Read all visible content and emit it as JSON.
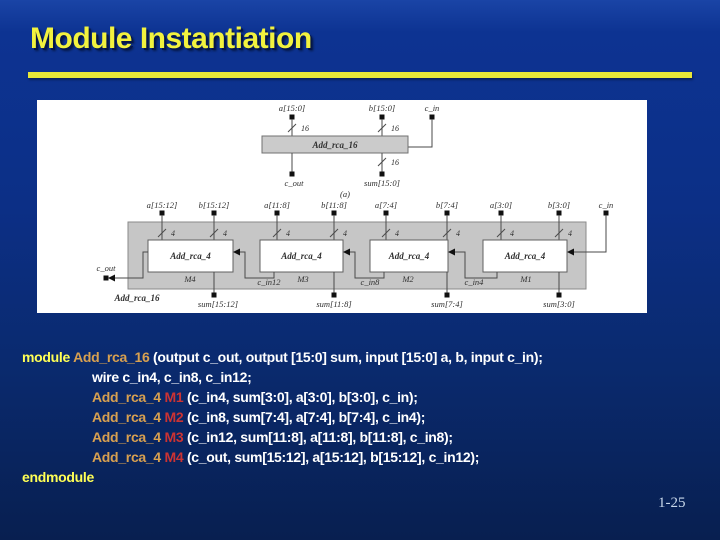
{
  "slide": {
    "title": "Module Instantiation",
    "page_number": "1-25",
    "colors": {
      "background_top": "#0d3392",
      "background_bottom": "#081f50",
      "title_text": "#f2f23e",
      "underline": "#e8e838",
      "panel": "#ffffff",
      "code_keyword": "#ffff55",
      "code_module_name": "#d8a050",
      "code_instance_name": "#cc3333",
      "code_text": "#ffffff",
      "page_number_text": "#c8d8ea"
    }
  },
  "diagram_a": {
    "inputs": [
      "a[15:0]",
      "b[15:0]",
      "c_in"
    ],
    "bus_width": "16",
    "box_label": "Add_rca_16",
    "outputs": [
      "c_out",
      "sum[15:0]"
    ],
    "caption": "(a)"
  },
  "diagram_b": {
    "inputs": [
      "a[15:12]",
      "b[15:12]",
      "a[11:8]",
      "b[11:8]",
      "a[7:4]",
      "b[7:4]",
      "a[3:0]",
      "b[3:0]",
      "c_in"
    ],
    "bus_width": "4",
    "box_labels": [
      "Add_rca_4",
      "Add_rca_4",
      "Add_rca_4",
      "Add_rca_4"
    ],
    "instance_labels": [
      "M4",
      "M3",
      "M2",
      "M1"
    ],
    "carry_labels": [
      "c_in12",
      "c_in8",
      "c_in4"
    ],
    "carry_out": "c_out",
    "outer_label": "Add_rca_16",
    "outputs": [
      "sum[15:12]",
      "sum[11:8]",
      "sum[7:4]",
      "sum[3:0]"
    ]
  },
  "code": {
    "line1": {
      "kw": "module ",
      "name": "Add_rca_16 ",
      "rest": "(output c_out, output [15:0] sum, input [15:0] a, b, input c_in);"
    },
    "line2": "wire c_in4, c_in8, c_in12;",
    "line3": {
      "name": "Add_rca_4 ",
      "inst": "M1 ",
      "rest": "(c_in4, sum[3:0], a[3:0], b[3:0], c_in);"
    },
    "line4": {
      "name": "Add_rca_4 ",
      "inst": "M2 ",
      "rest": "(c_in8, sum[7:4], a[7:4], b[7:4], c_in4);"
    },
    "line5": {
      "name": "Add_rca_4 ",
      "inst": "M3 ",
      "rest": "(c_in12, sum[11:8], a[11:8], b[11:8], c_in8);"
    },
    "line6": {
      "name": "Add_rca_4 ",
      "inst": "M4 ",
      "rest": "(c_out, sum[15:12], a[15:12], b[15:12], c_in12);"
    },
    "line7": "endmodule"
  }
}
